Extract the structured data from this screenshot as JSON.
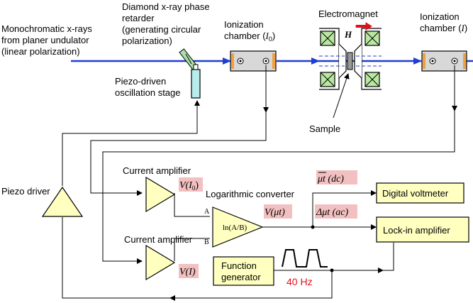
{
  "colors": {
    "beam": "#1f3fd0",
    "box_fill": "#ffffc0",
    "tri_fill": "#ffffc0",
    "pink": "#f2c0c0",
    "red": "#e0101a",
    "coil": "#b8e8a0",
    "chamber": "#d8d8d8",
    "piezo_stage": "#b8ecec"
  },
  "labels": {
    "source_line1": "Monochromatic x-rays",
    "source_line2": "from planer undulator",
    "source_line3": "(linear polarization)",
    "retarder_line1": "Diamond x-ray phase",
    "retarder_line2": "retarder",
    "retarder_line3": "(generating circular",
    "retarder_line4": "polarization)",
    "ion0_line1": "Ionization",
    "ion0_line2": "chamber (",
    "ion0_sym": "I",
    "ion0_sub": "0",
    "ion0_close": ")",
    "magnet": "Electromagnet",
    "field": "H",
    "ion_line1": "Ionization",
    "ion_line2": "chamber (",
    "ion_sym": "I",
    "ion_close": ")",
    "piezo_stage_line1": "Piezo-driven",
    "piezo_stage_line2": "oscillation stage",
    "sample": "Sample",
    "piezo_driver": "Piezo driver",
    "amp_top": "Current amplifier",
    "amp_bottom": "Current amplifier",
    "v_i0_pre": "V(",
    "v_i0_sym": "I",
    "v_i0_sub": "0",
    "v_i0_post": ")",
    "v_i": "V(I)",
    "log_conv": "Logarithmic converter",
    "log_func": "ln(A/B)",
    "input_a": "A",
    "input_b": "B",
    "v_mut": "V(μt)",
    "dc_label": "μt (dc)",
    "ac_label": "Δμt (ac)",
    "dvm": "Digital voltmeter",
    "lockin": "Lock-in amplifier",
    "fg_line1": "Function",
    "fg_line2": "generator",
    "freq": "40 Hz"
  }
}
